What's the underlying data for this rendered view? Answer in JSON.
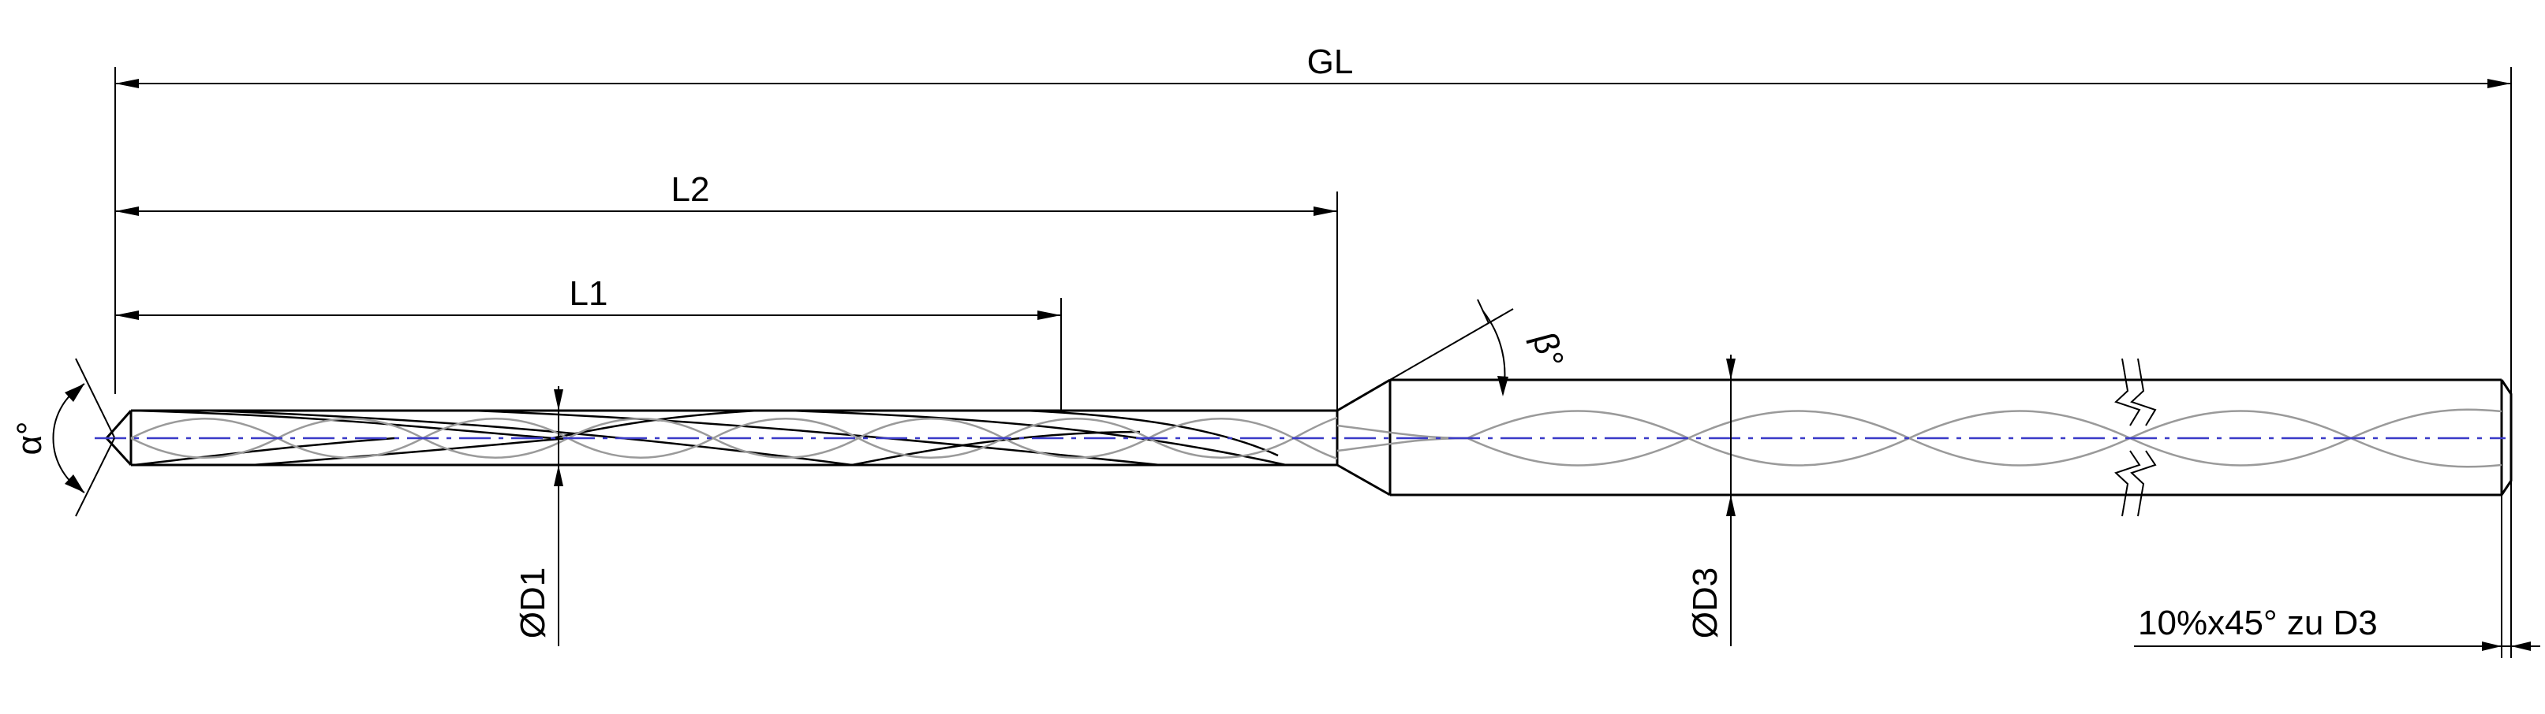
{
  "labels": {
    "gl": "GL",
    "l2": "L2",
    "l1": "L1",
    "alpha": "α°",
    "beta": "β°",
    "d1": "ØD1",
    "d3": "ØD3",
    "chamfer": "10%x45° zu D3"
  },
  "colors": {
    "centerline": "#3a3ac8",
    "helix": "#9a9a9a",
    "outline": "#000000"
  }
}
